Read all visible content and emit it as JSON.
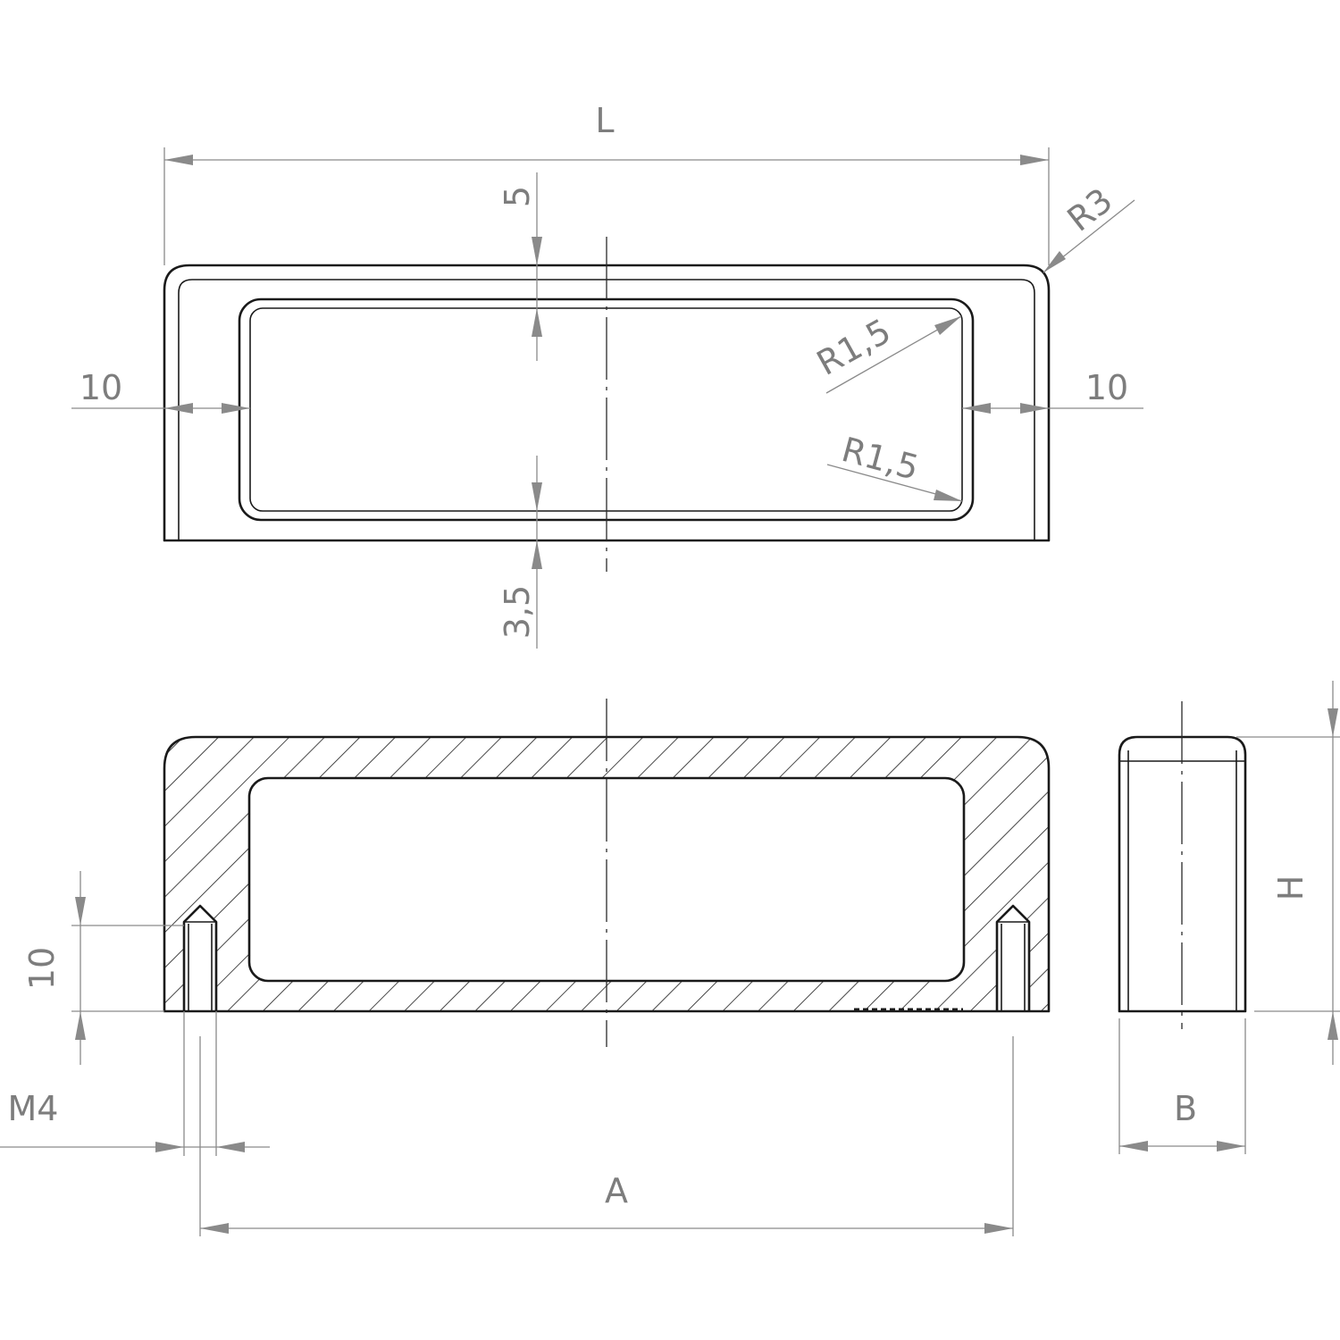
{
  "dimensions": {
    "length": "L",
    "top_rim": "5",
    "corner_outer": "R3",
    "left_wall": "10",
    "right_wall": "10",
    "inner_radius_upper": "R1,5",
    "inner_radius_lower": "R1,5",
    "bottom_rim": "3,5",
    "thread_depth": "10",
    "thread": "M4",
    "hole_spacing": "A",
    "width": "B",
    "height": "H"
  },
  "colors": {
    "outline": "#1a1a1a",
    "dimension": "#8a8a8a",
    "text": "#7d7d7d"
  }
}
